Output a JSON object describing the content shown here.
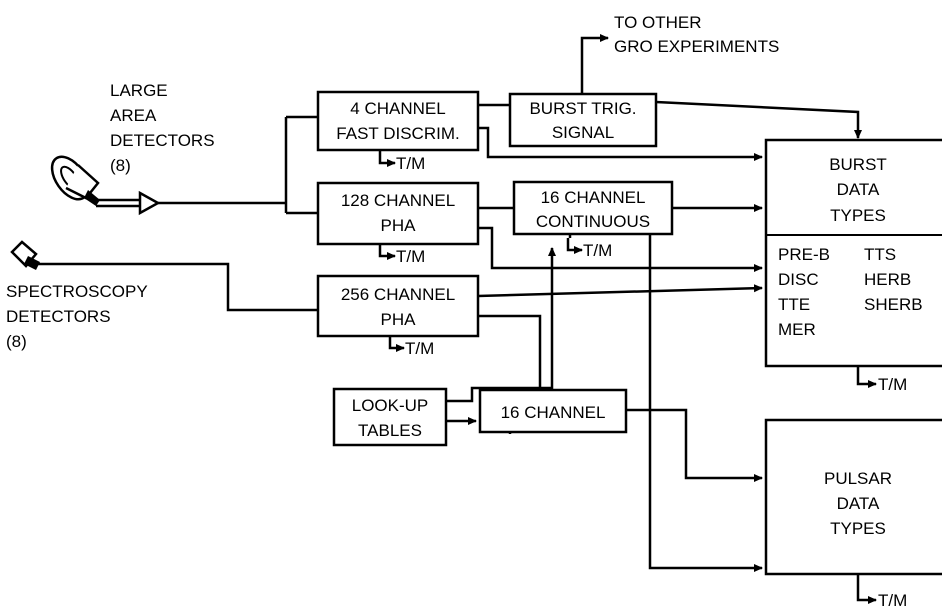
{
  "labels": {
    "large_area_1": "LARGE",
    "large_area_2": "AREA",
    "large_area_3": "DETECTORS",
    "large_area_4": "(8)",
    "spectro_1": "SPECTROSCOPY",
    "spectro_2": "DETECTORS",
    "spectro_3": "(8)",
    "to_other_1": "TO OTHER",
    "to_other_2": "GRO EXPERIMENTS"
  },
  "boxes": {
    "fast_discrim": {
      "line1": "4 CHANNEL",
      "line2": "FAST DISCRIM."
    },
    "burst_trig": {
      "line1": "BURST TRIG.",
      "line2": "SIGNAL"
    },
    "pha128": {
      "line1": "128 CHANNEL",
      "line2": "PHA"
    },
    "continuous16": {
      "line1": "16 CHANNEL",
      "line2": "CONTINUOUS"
    },
    "pha256": {
      "line1": "256 CHANNEL",
      "line2": "PHA"
    },
    "lookup": {
      "line1": "LOOK-UP",
      "line2": "TABLES"
    },
    "channel16": {
      "line1": "16 CHANNEL"
    },
    "burst_data": {
      "line1": "BURST",
      "line2": "DATA",
      "line3": "TYPES",
      "types_left": [
        "PRE-B",
        "DISC",
        "TTE",
        "MER"
      ],
      "types_right": [
        "TTS",
        "HERB",
        "SHERB"
      ]
    },
    "pulsar_data": {
      "line1": "PULSAR",
      "line2": "DATA",
      "line3": "TYPES"
    }
  },
  "tm": "T/M"
}
